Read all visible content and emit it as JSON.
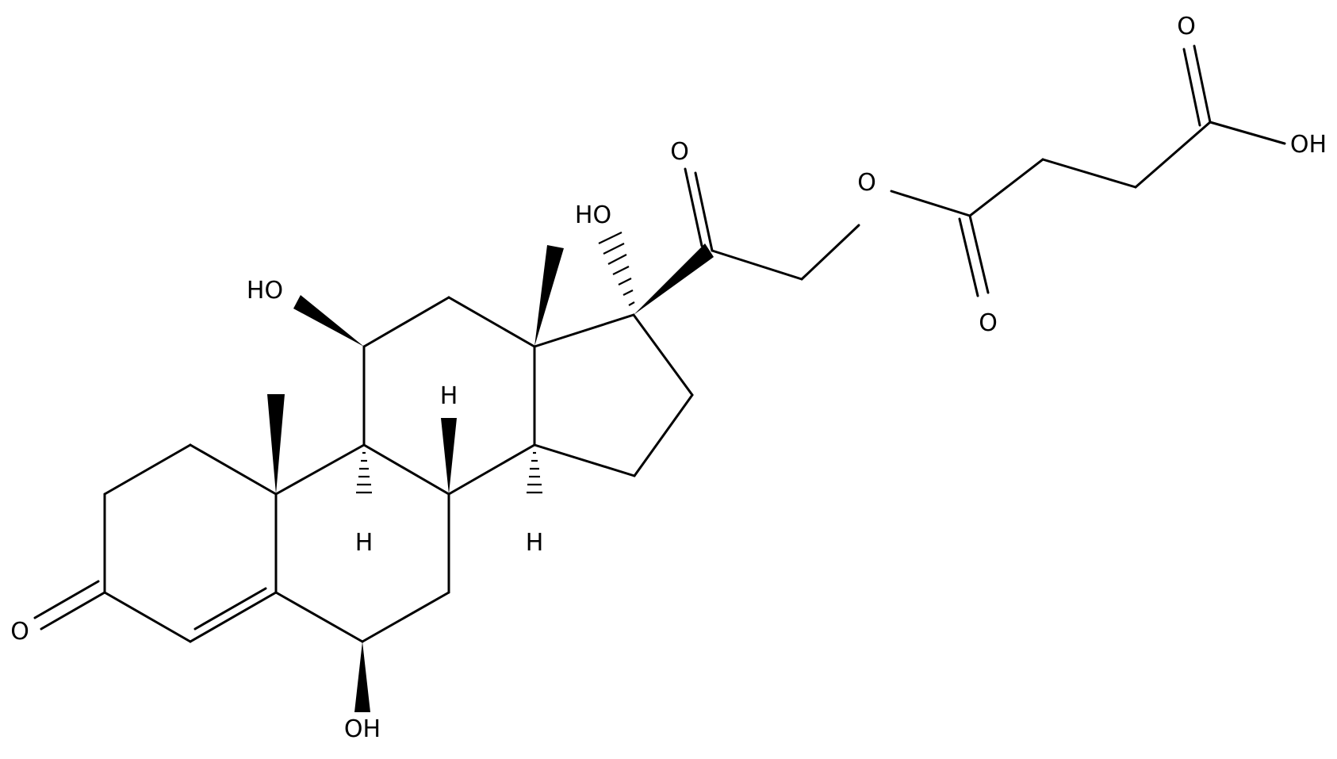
{
  "labels": {
    "o_3_keto": "O",
    "oh_6": "OH",
    "oh_11": "HO",
    "oh_17": "HO",
    "o_20_keto": "O",
    "o_ester": "O",
    "o_ester_carbonyl": "O",
    "o_acid_carbonyl": "O",
    "oh_acid": "OH",
    "h_8": "H",
    "h_9": "H",
    "h_14": "H"
  },
  "colors": {
    "ink": "#000000",
    "background": "#ffffff"
  }
}
